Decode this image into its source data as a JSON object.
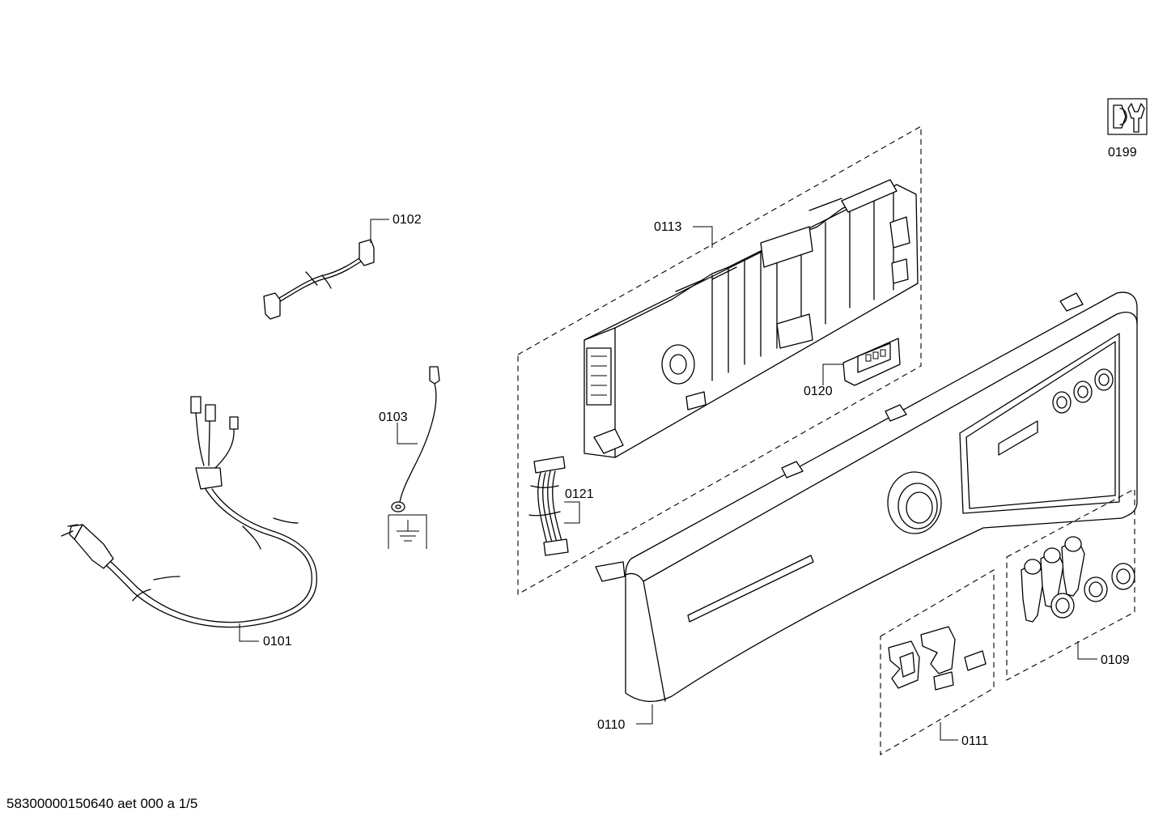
{
  "parts": [
    {
      "id": "0101"
    },
    {
      "id": "0102"
    },
    {
      "id": "0103"
    },
    {
      "id": "0109"
    },
    {
      "id": "0110"
    },
    {
      "id": "0111"
    },
    {
      "id": "0113"
    },
    {
      "id": "0120"
    },
    {
      "id": "0121"
    },
    {
      "id": "0199"
    }
  ],
  "footer": "58300000150640 aet 000 a 1/5",
  "icons": {
    "tools": "wrench-nut-icon",
    "ground": "ground-symbol-icon"
  }
}
